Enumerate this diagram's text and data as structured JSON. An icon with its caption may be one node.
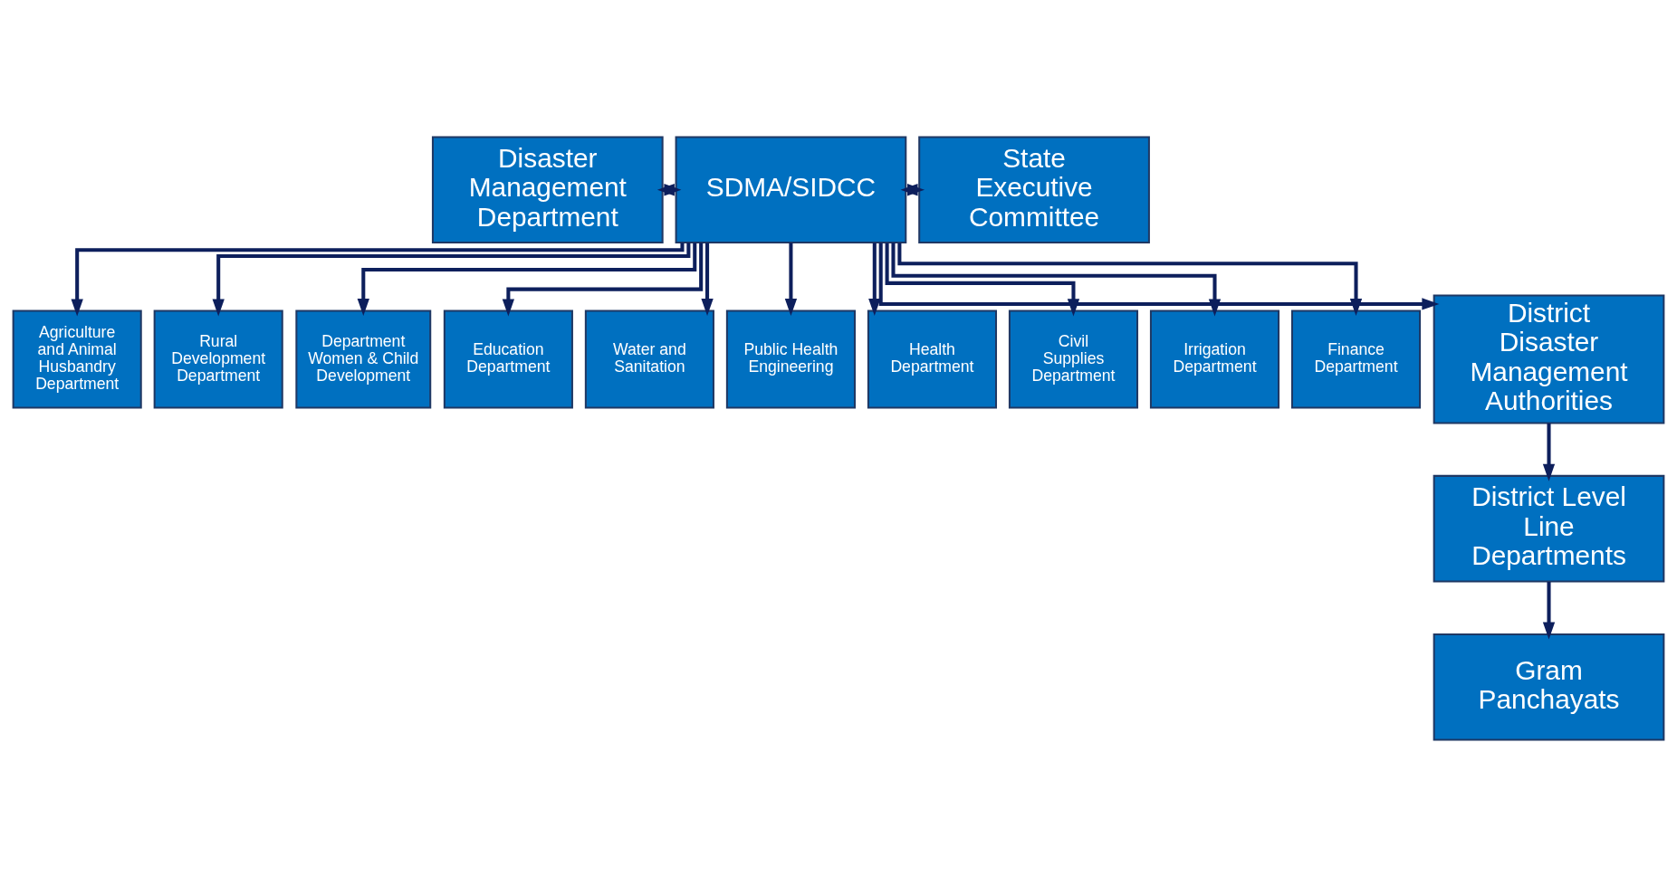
{
  "diagram": {
    "nodes": [
      {
        "text": [
          "Disaster Management Department"
        ]
      },
      {
        "text": [
          "SDMA/SIDCC"
        ]
      },
      {
        "text": [
          "State Executive Committee"
        ]
      },
      {
        "text": [
          "Agriculture and Animal Husbandry Department"
        ]
      },
      {
        "text": [
          "Rural Development Department"
        ]
      },
      {
        "text": [
          "Department Women & Child Development"
        ]
      },
      {
        "text": [
          "Education Department"
        ]
      },
      {
        "text": [
          "Water and Sanitation"
        ]
      },
      {
        "text": [
          "Public Health Engineering"
        ]
      },
      {
        "text": [
          "Health Department"
        ]
      },
      {
        "text": [
          "Civil Supplies Department"
        ]
      },
      {
        "text": [
          "Irrigation Department"
        ]
      },
      {
        "text": [
          "Finance Department"
        ]
      },
      {
        "text": [
          "District Disaster Management Authorities"
        ]
      },
      {
        "text": [
          "District Level Line Departments"
        ]
      },
      {
        "text": [
          "Gram Panchayats"
        ]
      }
    ],
    "edges": [
      {
        "from": 0,
        "to": 1,
        "arrow": "both"
      },
      {
        "from": 1,
        "to": 2,
        "arrow": "both"
      },
      {
        "from": 1,
        "to": 3,
        "arrow": "to"
      },
      {
        "from": 1,
        "to": 4,
        "arrow": "to"
      },
      {
        "from": 1,
        "to": 5,
        "arrow": "to"
      },
      {
        "from": 1,
        "to": 6,
        "arrow": "to"
      },
      {
        "from": 1,
        "to": 7,
        "arrow": "to"
      },
      {
        "from": 1,
        "to": 8,
        "arrow": "to"
      },
      {
        "from": 1,
        "to": 9,
        "arrow": "to"
      },
      {
        "from": 1,
        "to": 10,
        "arrow": "to"
      },
      {
        "from": 1,
        "to": 11,
        "arrow": "to"
      },
      {
        "from": 1,
        "to": 12,
        "arrow": "to"
      },
      {
        "from": 1,
        "to": 13,
        "arrow": "to"
      },
      {
        "from": 13,
        "to": 14,
        "arrow": "to"
      },
      {
        "from": 14,
        "to": 15,
        "arrow": "to"
      }
    ]
  }
}
